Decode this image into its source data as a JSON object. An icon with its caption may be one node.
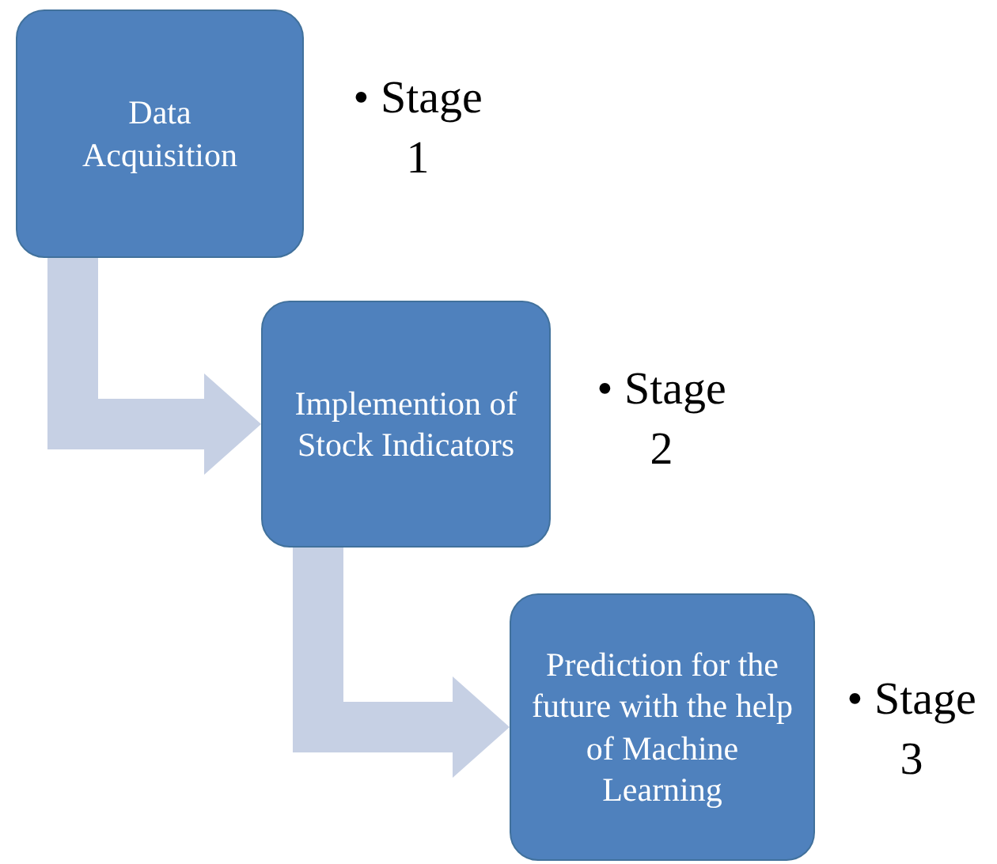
{
  "diagram": {
    "nodes": [
      {
        "text": [
          "Data Acquisition"
        ],
        "beside": [
          "• Stage 1"
        ]
      },
      {
        "text": [
          "Implemention of Stock Indicators"
        ],
        "beside": [
          "• Stage 2"
        ]
      },
      {
        "text": [
          "Prediction for the future  with the help of  Machine Learning"
        ],
        "beside": [
          "• Stage 3"
        ]
      }
    ],
    "edges": [
      {
        "from": 0,
        "to": 1,
        "arrow": "to"
      },
      {
        "from": 1,
        "to": 2,
        "arrow": "to"
      }
    ]
  }
}
